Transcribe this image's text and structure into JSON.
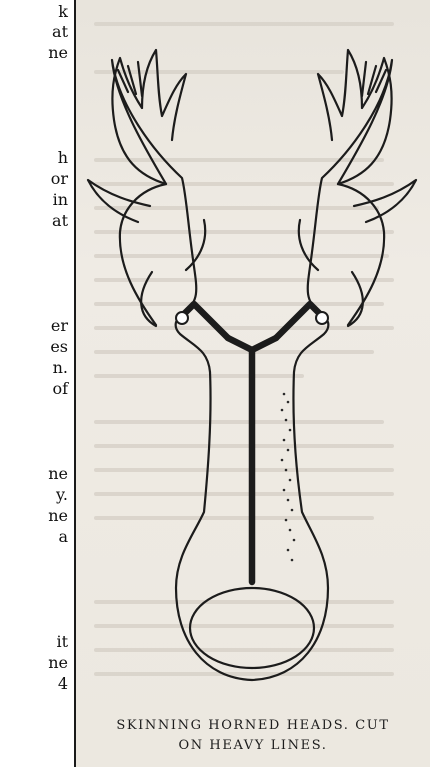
{
  "left_column_fragments": [
    "k",
    "at",
    "ne",
    "h",
    "or",
    "in",
    "at",
    "er",
    "es",
    "n.",
    "of",
    "ne",
    "y.",
    "ne",
    "a",
    "it",
    "ne",
    "4"
  ],
  "figure": {
    "caption_line1": "SKINNING HORNED HEADS. CUT",
    "caption_line2": "ON HEAVY LINES."
  }
}
